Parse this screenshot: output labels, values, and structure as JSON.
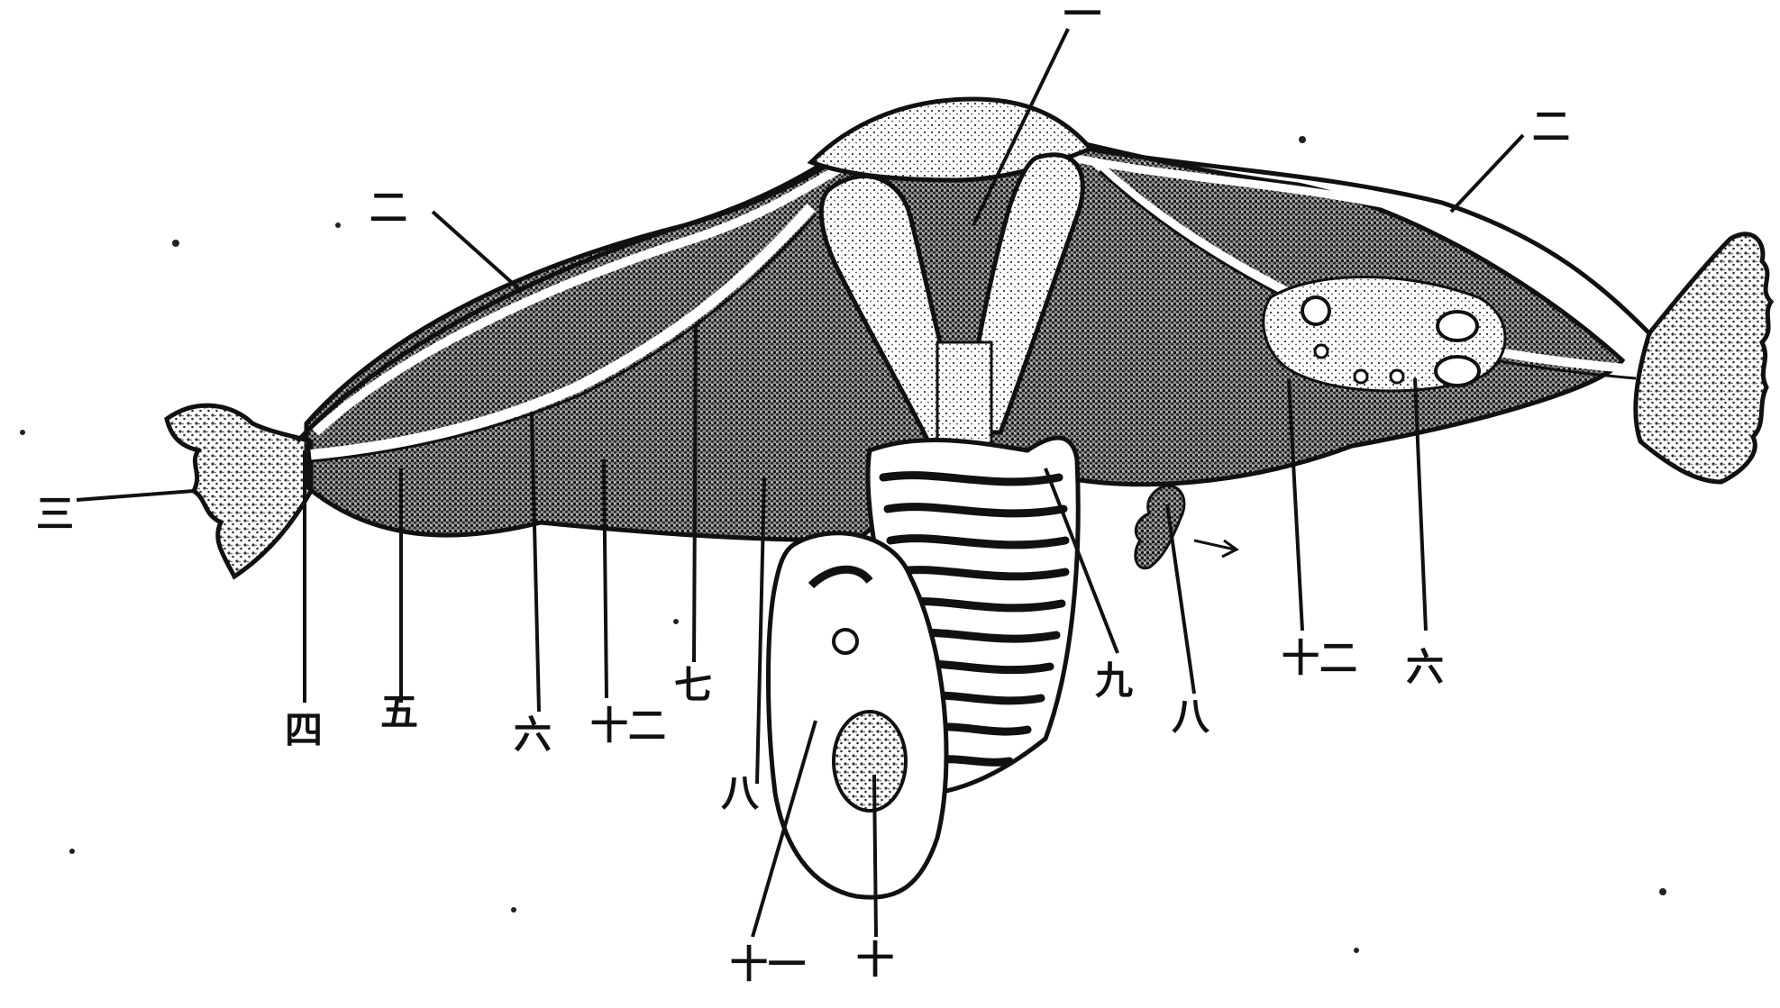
{
  "figure": {
    "ink_color": "#111111",
    "stipple_color": "#333333",
    "paper_color": "#ffffff",
    "labels": {
      "top_1": "一",
      "upper_left_2": "二",
      "upper_right_2": "二",
      "left_3": "三",
      "bottom_4": "四",
      "bottom_5": "五",
      "bottom_6_left": "六",
      "bottom_12_left": "十二",
      "bottom_7": "七",
      "bottom_9": "九",
      "bottom_8_right": "八",
      "bottom_12_right": "十二",
      "bottom_6_right": "六",
      "left_8": "八",
      "bottom_11": "十一",
      "bottom_10": "十"
    }
  }
}
